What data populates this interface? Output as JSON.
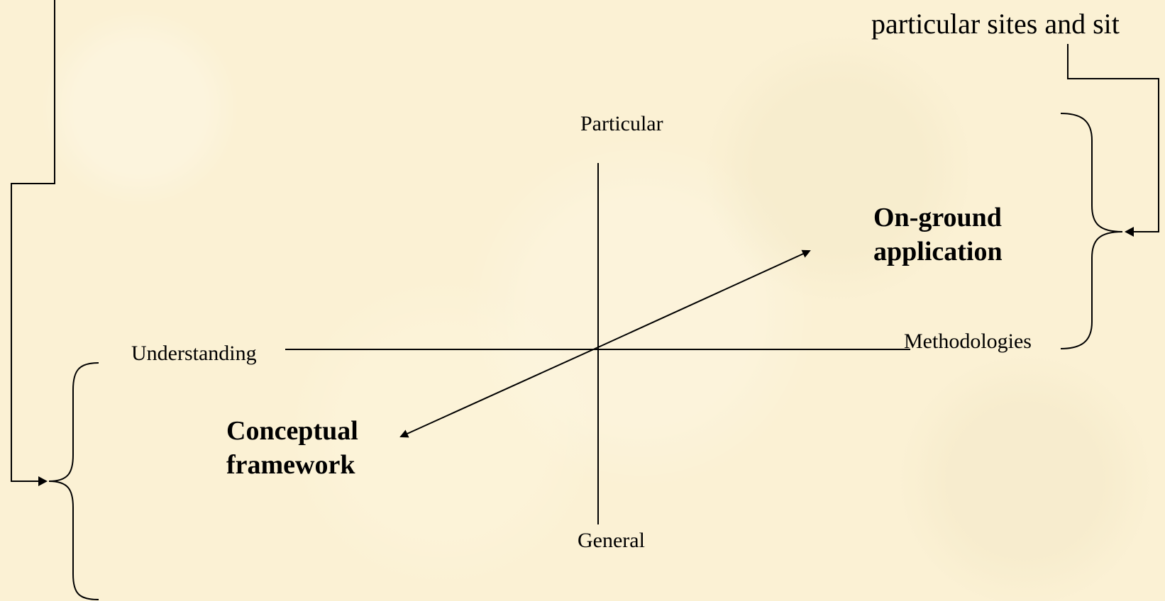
{
  "top_caption": "particular sites and sit",
  "axes": {
    "top_label": "Particular",
    "bottom_label": "General",
    "left_label": "Understanding",
    "right_label": "Methodologies"
  },
  "callouts": {
    "on_ground": {
      "line1": "On-ground",
      "line2": "application"
    },
    "conceptual": {
      "line1": "Conceptual",
      "line2": "framework"
    }
  }
}
